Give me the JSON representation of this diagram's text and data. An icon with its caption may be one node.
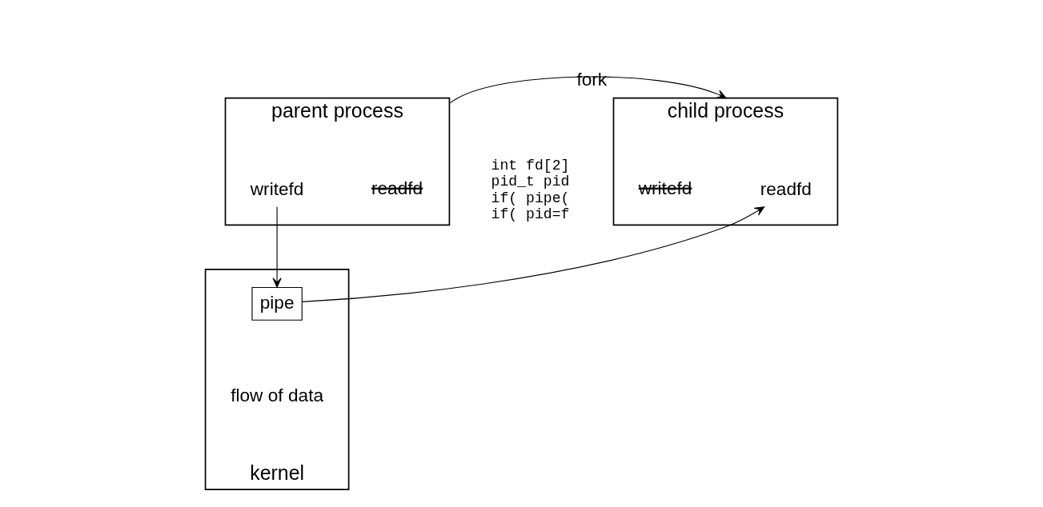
{
  "diagram": {
    "nodes": [
      {
        "text": [
          "parent process"
        ]
      },
      {
        "text": [
          "readfd"
        ],
        "in": 0
      },
      {
        "text": [
          "writefd"
        ],
        "in": 0
      },
      {
        "text": [
          "child process"
        ]
      },
      {
        "text": [
          "readfd"
        ],
        "in": 3
      },
      {
        "text": [
          "writefd"
        ],
        "in": 3
      },
      {
        "text": [
          "kernel"
        ]
      },
      {
        "text": [
          "pipe"
        ],
        "in": 6
      }
    ],
    "edges": [
      {
        "from": 0,
        "to": 3,
        "arrow": "to",
        "label": "fork"
      },
      {
        "from": 2,
        "to": 7,
        "arrow": "to"
      },
      {
        "from": 7,
        "to": 4,
        "arrow": "to"
      }
    ],
    "labels": [
      "flow of data",
      "int fd[2]",
      "pid_t pid",
      "if( pipe(",
      "if( pid=f"
    ]
  }
}
